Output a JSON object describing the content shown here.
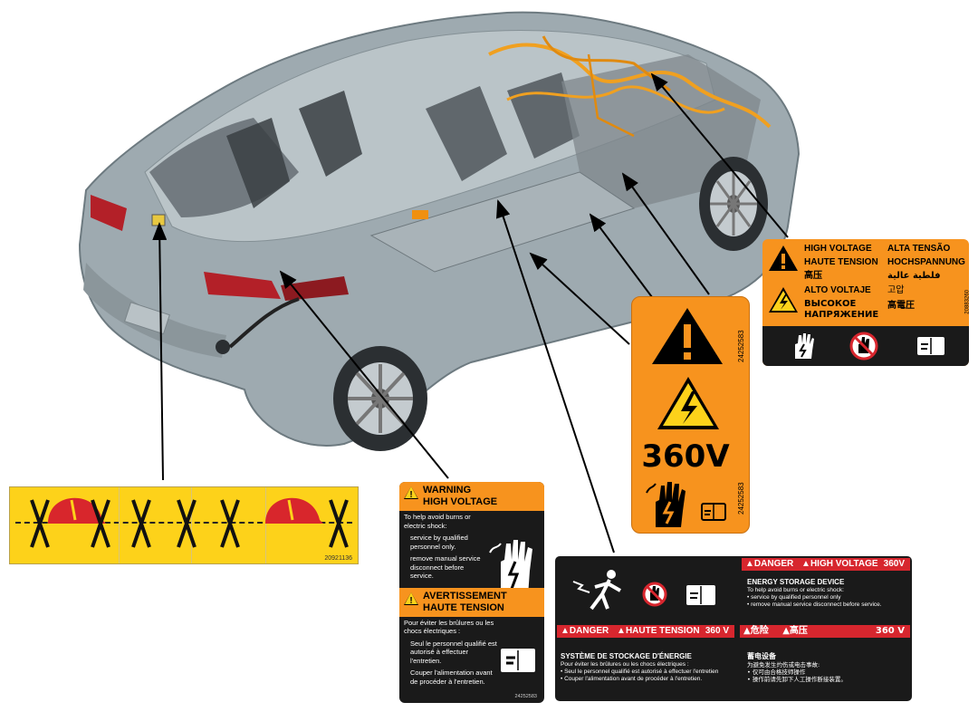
{
  "cut_label": {
    "part_number": "20921136"
  },
  "warning_label": {
    "warning_title": "WARNING",
    "warning_subtitle": "HIGH VOLTAGE",
    "english_intro": "To help avoid burns or electric shock:",
    "english_bullet_1": "service by qualified personnel only.",
    "english_bullet_2": "remove manual service disconnect before service.",
    "french_title": "AVERTISSEMENT",
    "french_subtitle": "HAUTE TENSION",
    "french_intro": "Pour éviter les brûlures ou les chocs électriques :",
    "french_bullet_1": "Seul le personnel qualifié est autorisé à effectuer l'entretien.",
    "french_bullet_2": "Couper l'alimentation avant de procéder à l'entretien.",
    "part_number": "24252583"
  },
  "voltage_label": {
    "voltage": "360V",
    "part_number_top": "24252583",
    "part_number_bottom": "24252583"
  },
  "multilingual_label": {
    "rows": [
      "HIGH VOLTAGE",
      "HAUTE TENSION",
      "高压",
      "ALTO VOLTAJE",
      "ВЫСОКОЕ",
      "НАПРЯЖЕНИЕ",
      "ALTA TENSÃO",
      "HOCHSPANNUNG",
      "فلطية عالية",
      "고압",
      "高電圧"
    ],
    "part_number": "20883260"
  },
  "danger_label": {
    "bar_danger_en": "DANGER",
    "bar_hv_en": "HIGH VOLTAGE",
    "bar_volt_en": "360V",
    "en_heading": "ENERGY STORAGE DEVICE",
    "en_intro": "To help avoid burns or electric shock:",
    "en_bullet_1": "service by qualified personnel only",
    "en_bullet_2": "remove manual service disconnect before service.",
    "bar_danger_fr": "DANGER",
    "bar_hv_fr": "HAUTE TENSION",
    "bar_volt_fr": "360 V",
    "fr_heading": "SYSTÈME DE STOCKAGE D'ÉNERGIE",
    "fr_intro": "Pour éviter les brûlures ou les chocs électriques :",
    "fr_bullet_1": "Seul le personnel qualifié est autorisé à effectuer l'entretien",
    "fr_bullet_2": "Couper l'alimentation avant de procéder à l'entretien.",
    "bar_danger_zh": "危险",
    "bar_hv_zh": "高压",
    "bar_volt_zh": "360 V",
    "zh_heading": "蓄电设备",
    "zh_intro": "为避免发生灼伤或电击事故:",
    "zh_bullet_1": "仅可由合格技师操作",
    "zh_bullet_2": "操作前请先卸下人工操作断接装置。"
  },
  "colors": {
    "label_orange": "#f7931e",
    "cut_yellow": "#fdd21a",
    "danger_red": "#d7262e",
    "label_black": "#1a1a1a"
  }
}
